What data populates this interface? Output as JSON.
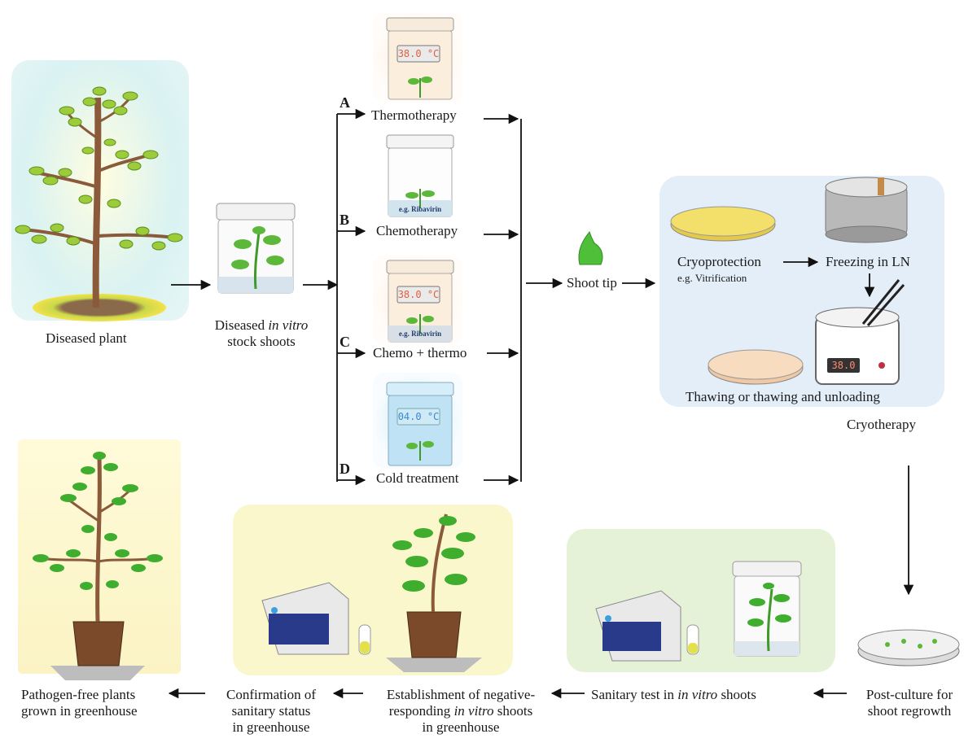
{
  "labels": {
    "diseased_plant": "Diseased plant",
    "in_vitro_line1_pre": "Diseased ",
    "in_vitro_line1_it": "in vitro",
    "in_vitro_line2": "stock shoots",
    "thermotherapy": "Thermotherapy",
    "chemotherapy": "Chemotherapy",
    "chemo_thermo": "Chemo + thermo",
    "cold_treatment": "Cold treatment",
    "shoot_tip": "Shoot tip",
    "cryoprotection": "Cryoprotection",
    "cryoprotection_eg": "e.g. Vitrification",
    "freezing": "Freezing in LN",
    "thawing": "Thawing or thawing and unloading",
    "cryotherapy": "Cryotherapy",
    "postculture_1": "Post-culture for",
    "postculture_2": "shoot regrowth",
    "sanitary_pre": "Sanitary test in ",
    "sanitary_it": "in vitro",
    "sanitary_post": " shoots",
    "establish_1": "Establishment of negative-",
    "establish_2_pre": "responding ",
    "establish_2_it": "in vitro",
    "establish_2_post": " shoots",
    "establish_3": "in greenhouse",
    "confirm_1": "Confirmation of",
    "confirm_2": "sanitary status",
    "confirm_3": "in greenhouse",
    "pathogen_1": "Pathogen-free plants",
    "pathogen_2": "grown in greenhouse"
  },
  "branch_letters": {
    "a": "A",
    "b": "B",
    "c": "C",
    "d": "D"
  },
  "jars": {
    "thermo_display": "38.0 °C",
    "chemo_tag": "e.g. Ribavirin",
    "chemothermo_display": "38.0 °C",
    "chemothermo_tag": "e.g. Ribavirin",
    "cold_display": "04.0 °C",
    "bath_display": "38.0"
  },
  "colors": {
    "leaf": "#7cc242",
    "leaf_dark": "#3f9a2a",
    "stem": "#8a5a3a",
    "cryo_bg": "#e3eef9",
    "greenhouse_bg": "#fbf7cc",
    "sanitary_bg": "#e6f2d8"
  }
}
